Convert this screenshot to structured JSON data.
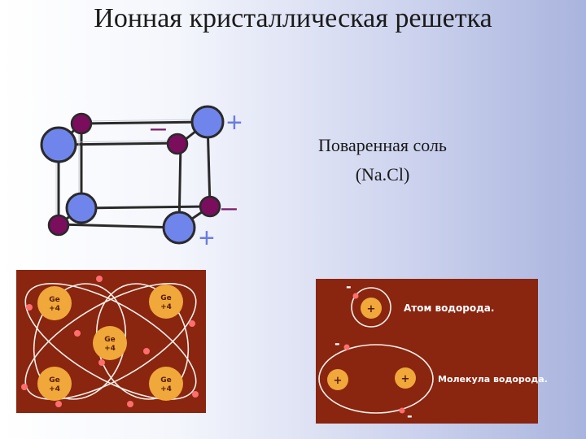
{
  "slide": {
    "title": "Ионная кристаллическая решетка",
    "caption_line1": "Поваренная соль",
    "caption_line2": "(Na.Cl)"
  },
  "lattice": {
    "plus_sign": "+",
    "minus_sign": "–"
  },
  "germanium_panel": {
    "atom_symbol": "Ge",
    "atom_charge": "+4"
  },
  "hydrogen_panel": {
    "atom_label": "Атом водорода.",
    "molecule_label": "Молекула водорода.",
    "plus": "+",
    "minus": "-"
  },
  "colors": {
    "cation": "#6f85ec",
    "anion": "#7a0d5c",
    "sign_plus": "#6a7de0",
    "sign_minus": "#7a1a6a",
    "panel_bg": "#8a2510",
    "electron": "#ff6e6e",
    "nucleus": "#f0a83a"
  }
}
